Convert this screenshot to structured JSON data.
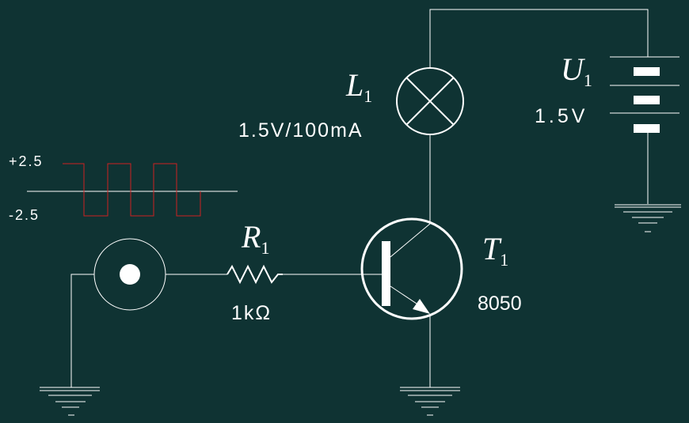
{
  "components": {
    "lamp": {
      "ref": "L",
      "ref_sub": "1",
      "rating": "1.5V/100mA"
    },
    "battery": {
      "ref": "U",
      "ref_sub": "1",
      "voltage": "1.5V"
    },
    "resistor": {
      "ref": "R",
      "ref_sub": "1",
      "value": "1kΩ"
    },
    "transistor": {
      "ref": "T",
      "ref_sub": "1",
      "part": "8050"
    }
  },
  "signal": {
    "high_label": "+2.5",
    "low_label": "-2.5",
    "color": "#cc2222"
  },
  "colors": {
    "background": "#0f3333",
    "wire": "#ffffff"
  }
}
